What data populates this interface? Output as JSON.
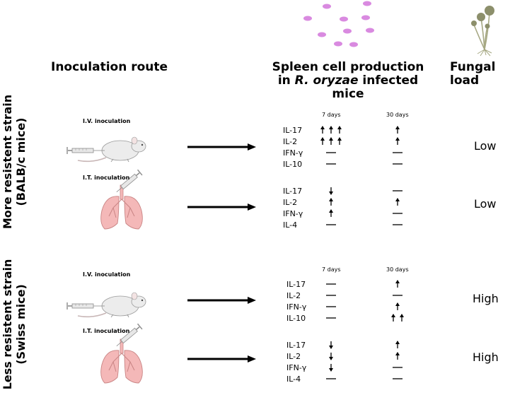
{
  "header": {
    "route": "Inoculation route",
    "spleen_line1": "Spleen cell production",
    "spleen_line2_pre": "in ",
    "spleen_line2_em": "R. oryzae",
    "spleen_line2_post": " infected",
    "spleen_line3": "mice",
    "fungal": "Fungal load"
  },
  "strains": {
    "more_line1": "More resistent strain",
    "more_line2": "(BALB/c mice)",
    "less_line1": "Less resistent strain",
    "less_line2": "(Swiss mice)"
  },
  "days": {
    "d7": "7 days",
    "d30": "30 days"
  },
  "panels": [
    {
      "route": "I.V. inoculation",
      "load": "Low",
      "rows": [
        {
          "cytokine": "IL-17",
          "d7": "up3",
          "d30": "up1"
        },
        {
          "cytokine": "IL-2",
          "d7": "up3",
          "d30": "up1"
        },
        {
          "cytokine": "IFN-γ",
          "d7": "none",
          "d30": "none"
        },
        {
          "cytokine": "IL-10",
          "d7": "none",
          "d30": "none"
        }
      ]
    },
    {
      "route": "I.T. inoculation",
      "load": "Low",
      "rows": [
        {
          "cytokine": "IL-17",
          "d7": "down1",
          "d30": "none"
        },
        {
          "cytokine": "IL-2",
          "d7": "up1",
          "d30": "up1"
        },
        {
          "cytokine": "IFN-γ",
          "d7": "up1",
          "d30": "none"
        },
        {
          "cytokine": "IL-4",
          "d7": "none",
          "d30": "none"
        }
      ]
    },
    {
      "route": "I.V. inoculation",
      "load": "High",
      "rows": [
        {
          "cytokine": "IL-17",
          "d7": "none",
          "d30": "up1"
        },
        {
          "cytokine": "IL-2",
          "d7": "none",
          "d30": "none"
        },
        {
          "cytokine": "IFN-γ",
          "d7": "none",
          "d30": "up1"
        },
        {
          "cytokine": "IL-10",
          "d7": "none",
          "d30": "up2"
        }
      ]
    },
    {
      "route": "I.T. inoculation",
      "load": "High",
      "rows": [
        {
          "cytokine": "IL-17",
          "d7": "down1",
          "d30": "up1"
        },
        {
          "cytokine": "IL-2",
          "d7": "down1",
          "d30": "up1"
        },
        {
          "cytokine": "IFN-γ",
          "d7": "down1",
          "d30": "none"
        },
        {
          "cytokine": "IL-4",
          "d7": "none",
          "d30": "none"
        }
      ]
    }
  ],
  "colors": {
    "spore": "#d98ae0",
    "mouse": "#ececec",
    "mouse_outline": "#9a9a9a",
    "lung": "#f4b8b8",
    "lung_outline": "#c98484",
    "syringe": "#8c8c8c",
    "fungus_stalk": "#a6a883",
    "fungus_head": "#8c8f6b"
  },
  "icons": [
    "spores-image",
    "fungus-image",
    "mouse-icon",
    "lungs-icon",
    "syringe-icon",
    "arrow-right-icon"
  ]
}
